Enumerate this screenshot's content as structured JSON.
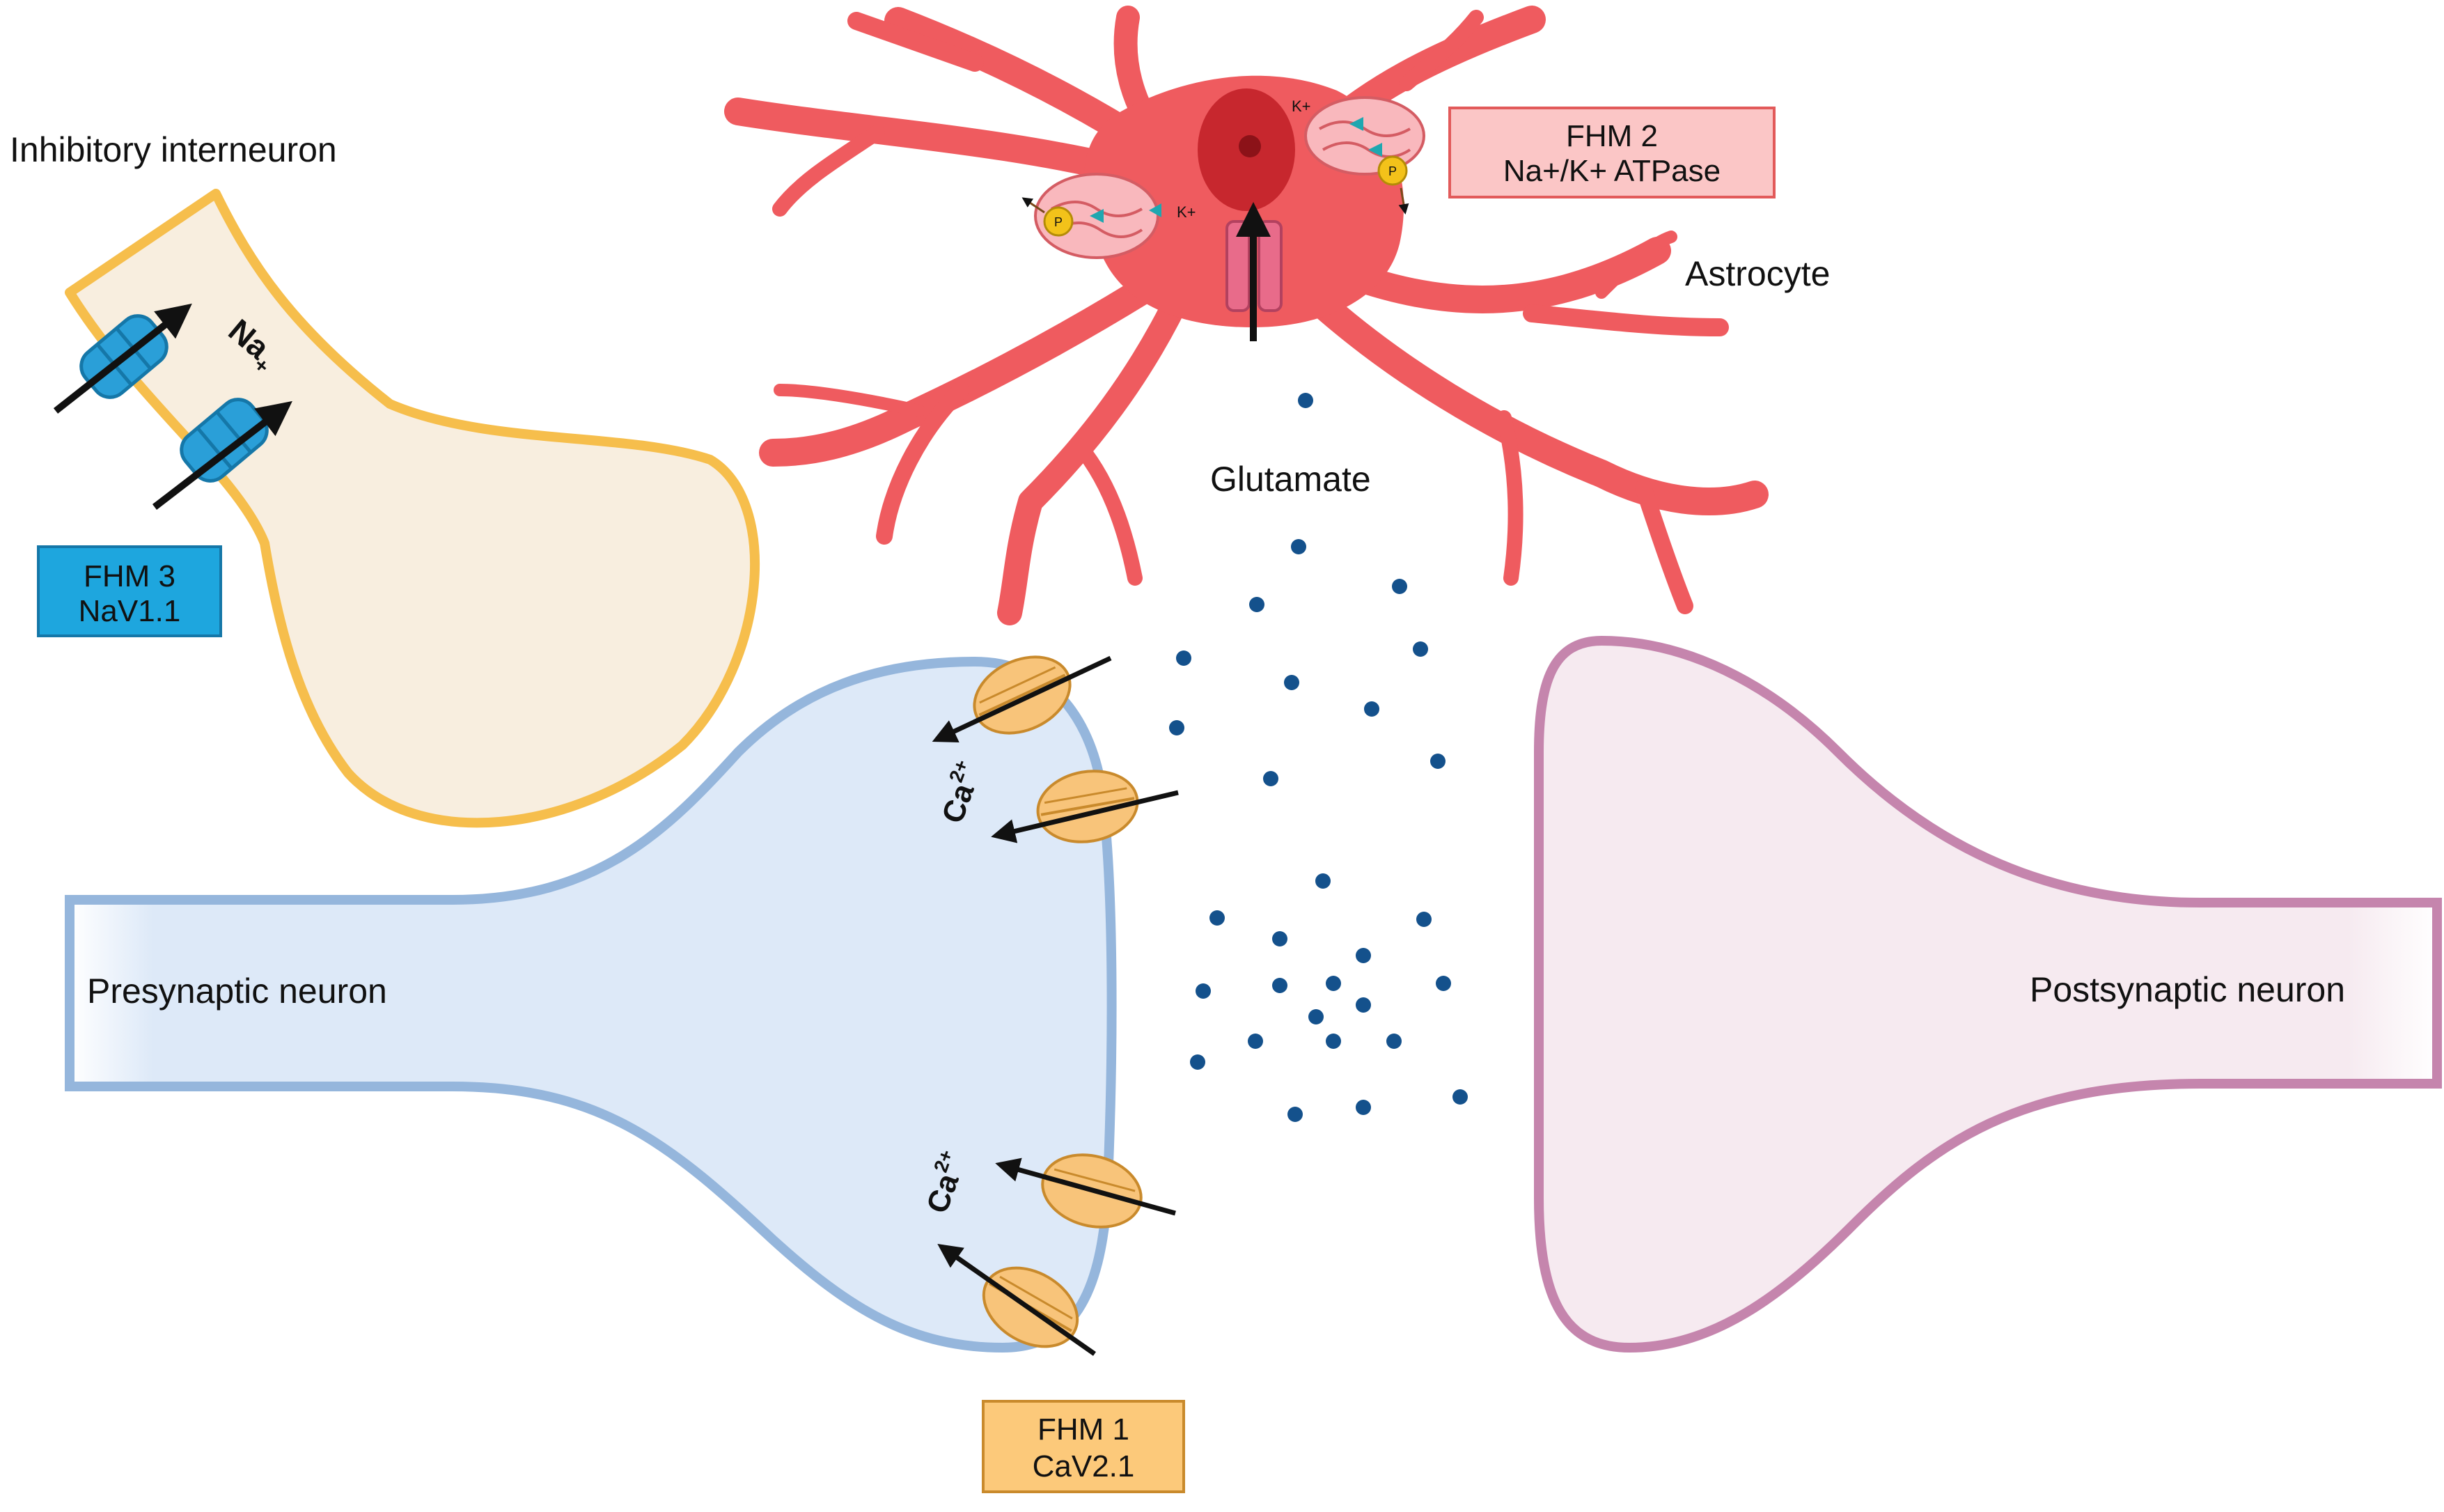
{
  "labels": {
    "inhibitory": "Inhibitory interneuron",
    "astrocyte": "Astrocyte",
    "glutamate": "Glutamate",
    "presynaptic": "Presynaptic neuron",
    "postsynaptic": "Postsynaptic neuron",
    "na_ion": "Na",
    "na_charge": "+",
    "ca_ion": "Ca",
    "ca_exp": "2+",
    "pump_k": "K+",
    "pump_p": "P"
  },
  "boxes": {
    "fhm3": {
      "line1": "FHM 3",
      "line2": "NaV1.1",
      "fill": "#1ea6de",
      "stroke": "#1577a8"
    },
    "fhm2": {
      "line1": "FHM 2",
      "line2": "Na+/K+ ATPase",
      "fill": "#fbc6c6",
      "stroke": "#e25a5a"
    },
    "fhm1": {
      "line1": "FHM 1",
      "line2": "CaV2.1",
      "fill": "#fcc97a",
      "stroke": "#c98a2c"
    }
  },
  "colors": {
    "interneuron_fill": "#f8eedf",
    "interneuron_stroke": "#f6be4c",
    "presynaptic_fill": "#dde9f8",
    "presynaptic_stroke": "#95b6dc",
    "postsynaptic_fill": "#f6eaf0",
    "postsynaptic_stroke": "#c585ad",
    "astrocyte": "#ef5b5f",
    "glutamate_dot": "#14518c",
    "nav_channel": "#2a9fd8",
    "cav_channel": "#f8c47a"
  }
}
